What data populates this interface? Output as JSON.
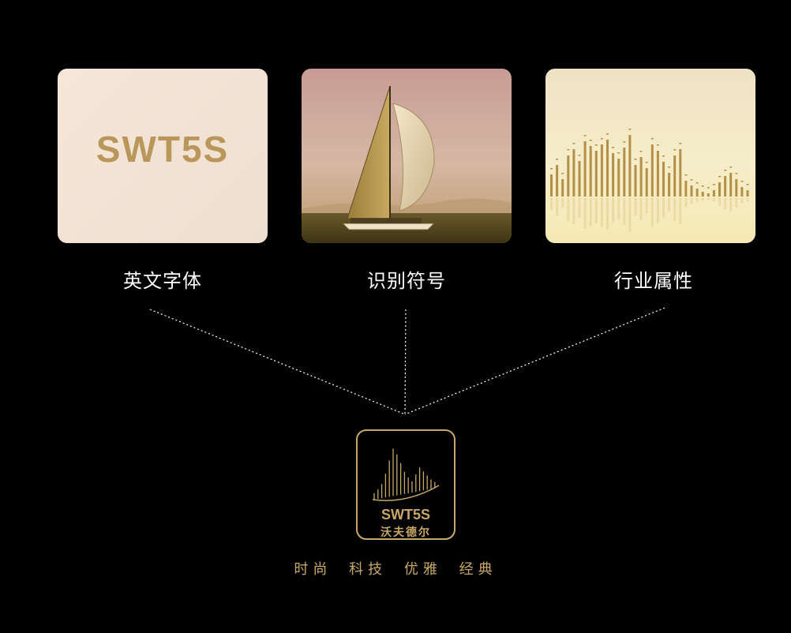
{
  "cards": [
    {
      "id": "font",
      "caption": "英文字体",
      "logo_text": "SWT5S"
    },
    {
      "id": "symbol",
      "caption": "识别符号"
    },
    {
      "id": "industry",
      "caption": "行业属性"
    }
  ],
  "logo": {
    "brand": "SWT5S",
    "chinese_name": "沃夫德尔"
  },
  "tagline": [
    "时尚",
    "科技",
    "优雅",
    "经典"
  ],
  "colors": {
    "background": "#000000",
    "gold": "#c8a866",
    "gold_dark": "#b9965a",
    "caption": "#ffffff"
  }
}
